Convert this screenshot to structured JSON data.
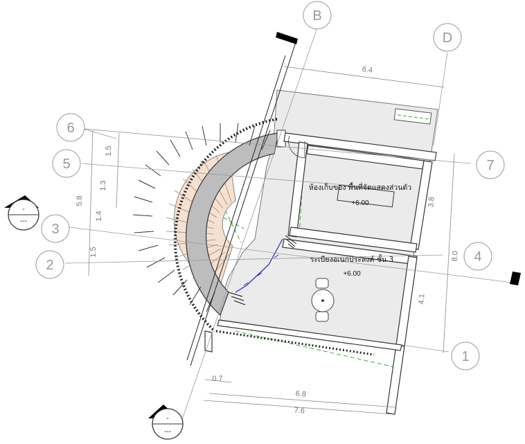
{
  "grid_labels": {
    "B": "B",
    "D": "D",
    "g6": "6",
    "g5": "5",
    "g3": "3",
    "g2": "2",
    "g7": "7",
    "g4": "4",
    "g1": "1"
  },
  "dimensions": {
    "top": "6.4",
    "left_15a": "1.5",
    "left_13": "1.3",
    "left_58": "5.8",
    "left_14": "1.4",
    "left_15b": "1.5",
    "right_38": "3.8",
    "right_80": "8.0",
    "right_41": "4.1",
    "bottom_07": "0.7",
    "bottom_68": "6.8",
    "bottom_76": "7.6"
  },
  "rooms": {
    "storage": "ห้องเก็บของ พื้นที่จัดแสดงส่วนตัว",
    "storage_level": "+6.00",
    "terrace": "ระเบียงอเนกประสงค์ ชั้น 3",
    "terrace_level": "+6.00"
  },
  "section_markers": {
    "left_top": "-",
    "left_bottom": "---",
    "bottom_top": "-",
    "bottom_bottom": "---"
  },
  "colors": {
    "floor": "#ebebeb",
    "stair": "#f6e0cf",
    "wall_block": "#bdbdbd",
    "green_dash": "#33aa33",
    "blue_line": "#1a2ab0"
  }
}
